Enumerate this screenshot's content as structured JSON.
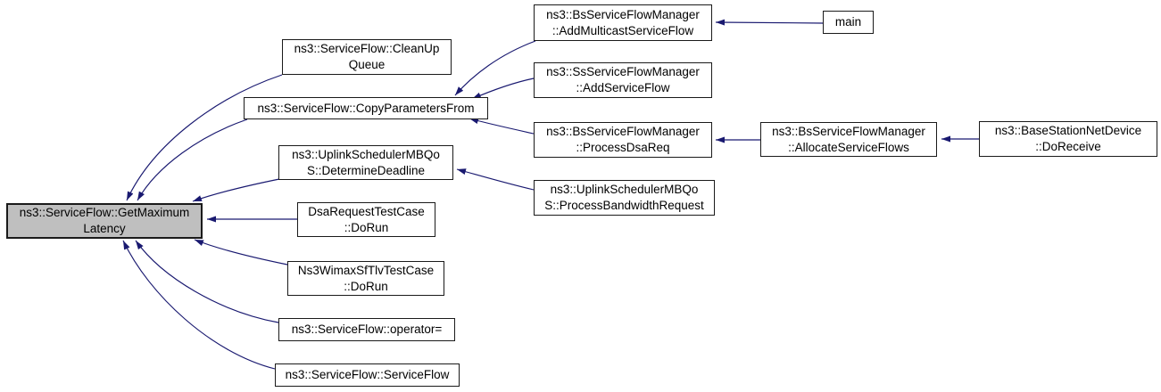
{
  "diagram": {
    "kind": "doxygen-caller-graph",
    "root_function": "ns3::ServiceFlow::GetMaximumLatency"
  },
  "colors": {
    "edge": "#191970",
    "node_border": "#1a1a1a",
    "node_fill": "#ffffff",
    "highlight_fill": "#bfbfbf",
    "text": "#000000",
    "background": "#ffffff"
  },
  "nodes": {
    "gml": {
      "label": "ns3::ServiceFlow::GetMaximum\nLatency",
      "highlighted": true
    },
    "cleanup": {
      "label": "ns3::ServiceFlow::CleanUp\nQueue",
      "highlighted": false
    },
    "copyparams": {
      "label": "ns3::ServiceFlow::CopyParametersFrom",
      "highlighted": false
    },
    "determine": {
      "label": "ns3::UplinkSchedulerMBQo\nS::DetermineDeadline",
      "highlighted": false
    },
    "dsarun": {
      "label": "DsaRequestTestCase\n::DoRun",
      "highlighted": false
    },
    "wimaxrun": {
      "label": "Ns3WimaxSfTlvTestCase\n::DoRun",
      "highlighted": false
    },
    "opassign": {
      "label": "ns3::ServiceFlow::operator=",
      "highlighted": false
    },
    "sfctor": {
      "label": "ns3::ServiceFlow::ServiceFlow",
      "highlighted": false
    },
    "addmulti": {
      "label": "ns3::BsServiceFlowManager\n::AddMulticastServiceFlow",
      "highlighted": false
    },
    "addsf": {
      "label": "ns3::SsServiceFlowManager\n::AddServiceFlow",
      "highlighted": false
    },
    "procdsa": {
      "label": "ns3::BsServiceFlowManager\n::ProcessDsaReq",
      "highlighted": false
    },
    "procbw": {
      "label": "ns3::UplinkSchedulerMBQo\nS::ProcessBandwidthRequest",
      "highlighted": false
    },
    "main": {
      "label": "main",
      "highlighted": false
    },
    "allocsf": {
      "label": "ns3::BsServiceFlowManager\n::AllocateServiceFlows",
      "highlighted": false
    },
    "doreceive": {
      "label": "ns3::BaseStationNetDevice\n::DoReceive",
      "highlighted": false
    }
  },
  "edges": [
    {
      "from": "cleanup",
      "to": "gml"
    },
    {
      "from": "copyparams",
      "to": "gml"
    },
    {
      "from": "determine",
      "to": "gml"
    },
    {
      "from": "dsarun",
      "to": "gml"
    },
    {
      "from": "wimaxrun",
      "to": "gml"
    },
    {
      "from": "opassign",
      "to": "gml"
    },
    {
      "from": "sfctor",
      "to": "gml"
    },
    {
      "from": "addmulti",
      "to": "copyparams"
    },
    {
      "from": "addsf",
      "to": "copyparams"
    },
    {
      "from": "procdsa",
      "to": "copyparams"
    },
    {
      "from": "procbw",
      "to": "determine"
    },
    {
      "from": "main",
      "to": "addmulti"
    },
    {
      "from": "allocsf",
      "to": "procdsa"
    },
    {
      "from": "doreceive",
      "to": "allocsf"
    }
  ]
}
